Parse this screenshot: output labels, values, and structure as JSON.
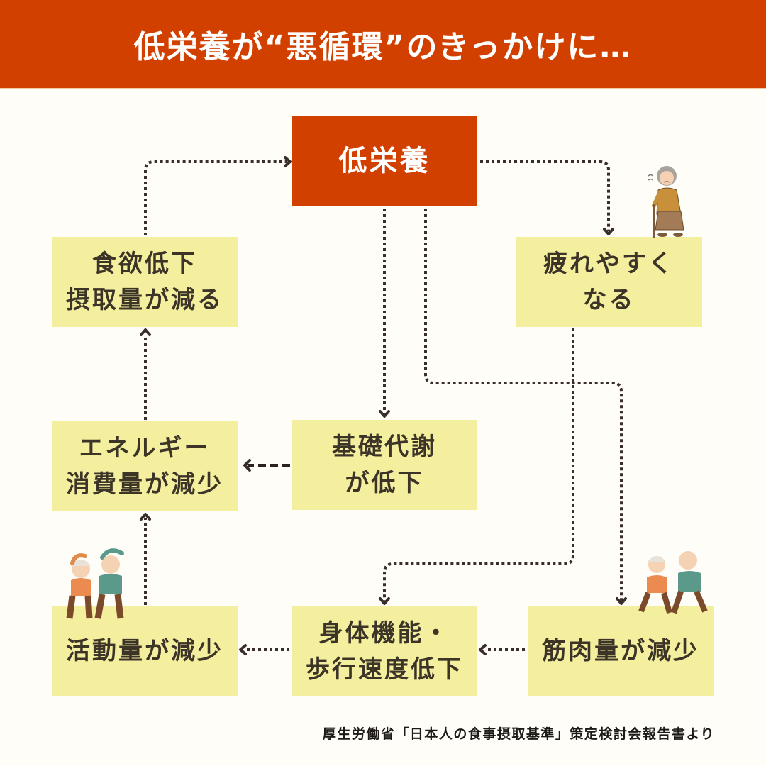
{
  "header": {
    "title": "低栄養が“悪循環”のきっかけに…",
    "color": "#d24000"
  },
  "nodes": {
    "root": {
      "label": "低栄養"
    },
    "appetite": {
      "line1": "食欲低下",
      "line2": "摂取量が減る"
    },
    "tired": {
      "line1": "疲れやすく",
      "line2": "なる"
    },
    "energy": {
      "line1": "エネルギー",
      "line2": "消費量が減少"
    },
    "bmr": {
      "line1": "基礎代謝",
      "line2": "が低下"
    },
    "activity": {
      "line1": "活動量が減少"
    },
    "physical": {
      "line1": "身体機能・",
      "line2": "歩行速度低下"
    },
    "muscle": {
      "line1": "筋肉量が減少"
    }
  },
  "edges": [
    {
      "from": "root",
      "to": "tired",
      "style": "dotted"
    },
    {
      "from": "root",
      "to": "bmr",
      "style": "dotted"
    },
    {
      "from": "root",
      "to": "muscle",
      "style": "dotted"
    },
    {
      "from": "tired",
      "to": "physical",
      "style": "dotted"
    },
    {
      "from": "muscle",
      "to": "physical",
      "style": "dotted"
    },
    {
      "from": "physical",
      "to": "activity",
      "style": "dotted"
    },
    {
      "from": "activity",
      "to": "energy",
      "style": "dotted"
    },
    {
      "from": "bmr",
      "to": "energy",
      "style": "dashed"
    },
    {
      "from": "energy",
      "to": "appetite",
      "style": "dotted"
    },
    {
      "from": "appetite",
      "to": "root",
      "style": "dotted"
    }
  ],
  "illustrations": {
    "tired": "tired-elderly-woman-with-cane",
    "activity": "elderly-couple-stretching",
    "muscle": "elderly-couple-jogging"
  },
  "footer": {
    "source": "厚生労働省「日本人の食事摂取基準」策定検討会報告書より"
  },
  "colors": {
    "accent": "#d24000",
    "box": "#f3ef9f",
    "background": "#fffdf8",
    "text": "#3d3428"
  }
}
